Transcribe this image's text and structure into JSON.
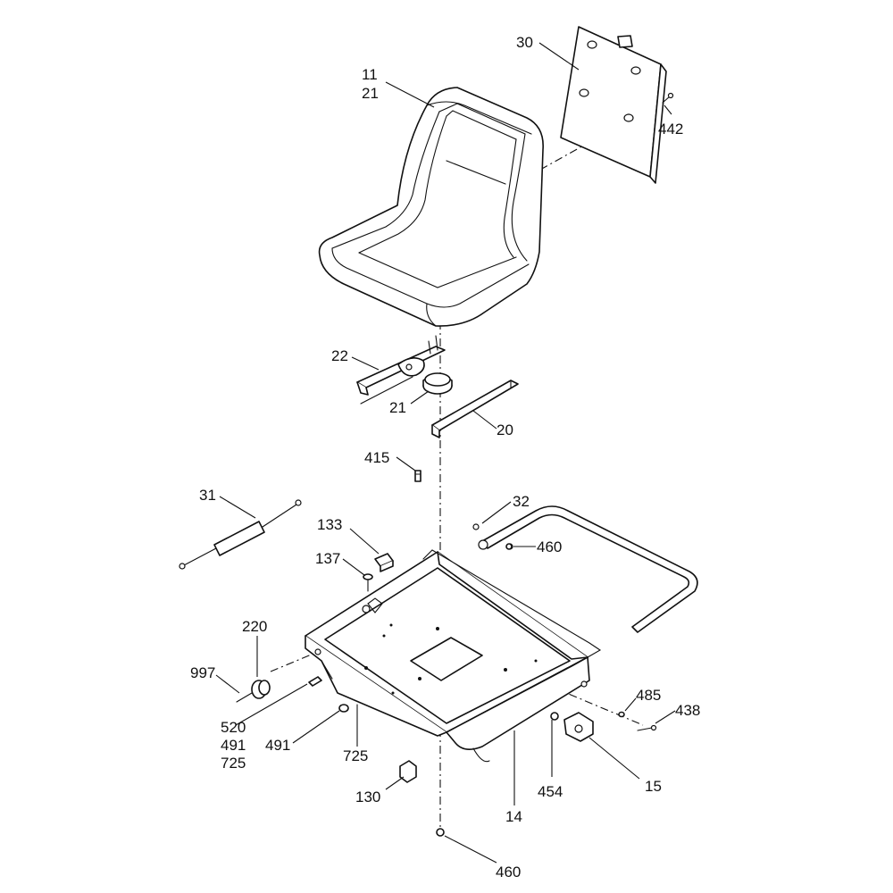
{
  "callouts": {
    "c11": "11",
    "c21a": "21",
    "c30": "30",
    "c442": "442",
    "c22": "22",
    "c21b": "21",
    "c20": "20",
    "c415": "415",
    "c31": "31",
    "c32": "32",
    "c460a": "460",
    "c133": "133",
    "c137": "137",
    "c220": "220",
    "c997": "997",
    "c520": "520",
    "c491a": "491",
    "c725a": "725",
    "c491b": "491",
    "c725b": "725",
    "c485": "485",
    "c438": "438",
    "c454": "454",
    "c15": "15",
    "c130": "130",
    "c14": "14",
    "c460b": "460"
  },
  "colors": {
    "line": "#111111",
    "background": "#ffffff"
  }
}
